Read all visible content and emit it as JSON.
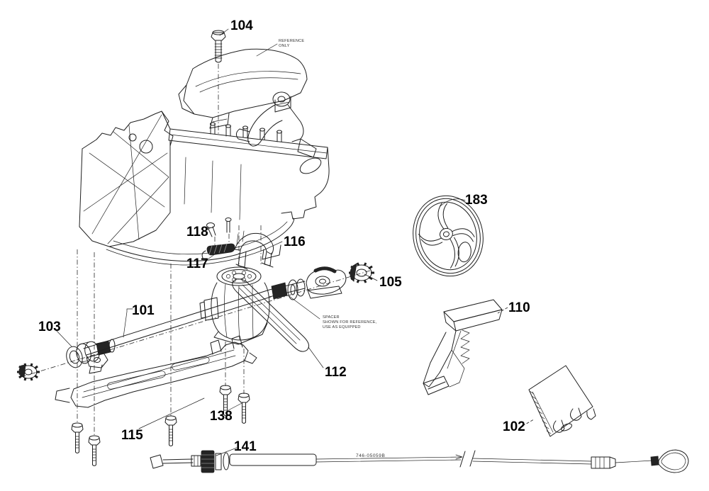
{
  "diagram": {
    "parts": {
      "p101": "101",
      "p102": "102",
      "p103": "103",
      "p104": "104",
      "p105": "105",
      "p110": "110",
      "p112": "112",
      "p115": "115",
      "p116": "116",
      "p117": "117",
      "p118": "118",
      "p138": "138",
      "p141": "141",
      "p183": "183"
    },
    "notes": {
      "reference_line1": "REFERENCE",
      "reference_line2": "ONLY",
      "spacer_line1": "SPACER",
      "spacer_line2": "SHOWN FOR REFERENCE,",
      "spacer_line3": "USE AS EQUIPPED",
      "cable_part_number": "746-05059B"
    },
    "colors": {
      "line": "#1f1f1f",
      "label": "#000000",
      "background": "#ffffff"
    }
  }
}
